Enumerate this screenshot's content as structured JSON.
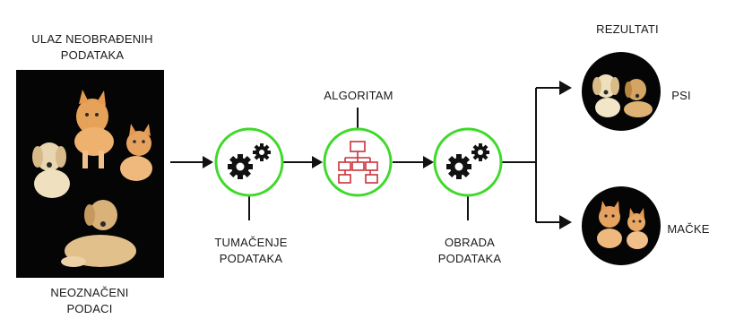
{
  "labels": {
    "input_title": [
      "ULAZ NEOBRAĐENIH",
      "PODATAKA"
    ],
    "input_caption": [
      "NEOZNAČENI",
      "PODACI"
    ],
    "algorithm": "ALGORITAM",
    "interpretation": [
      "TUMAČENJE",
      "PODATAKA"
    ],
    "processing": [
      "OBRADA",
      "PODATAKA"
    ],
    "results": "REZULTATI",
    "dogs": "PSI",
    "cats": "MAČKE"
  },
  "colors": {
    "node_ring": "#3fd92a",
    "algorithm_icon": "#c8323a",
    "gear": "#111111",
    "photo_bg": "#050505"
  },
  "icons": {
    "interpretation_node": "gears-icon",
    "algorithm_node": "flowchart-icon",
    "processing_node": "gears-icon"
  }
}
